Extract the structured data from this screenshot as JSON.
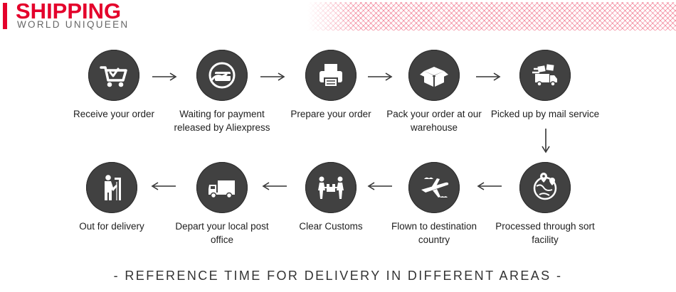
{
  "header": {
    "brand": "SHIPPING",
    "subtitle": "WORLD UNIQUEEN"
  },
  "steps": [
    {
      "label": "Receive your order",
      "icon": "shopping-cart-icon"
    },
    {
      "label": "Waiting for payment released by Aliexpress",
      "icon": "payment-card-icon"
    },
    {
      "label": "Prepare your order",
      "icon": "printer-icon"
    },
    {
      "label": "Pack your order at our warehouse",
      "icon": "package-box-icon"
    },
    {
      "label": "Picked up by mail service",
      "icon": "delivery-truck-icon"
    },
    {
      "label": "Processed through sort facility",
      "icon": "globe-location-icon"
    },
    {
      "label": "Flown to destination country",
      "icon": "airplane-icon"
    },
    {
      "label": "Clear Customs",
      "icon": "customs-officers-icon"
    },
    {
      "label": "Depart your local post office",
      "icon": "mail-truck-icon"
    },
    {
      "label": "Out for delivery",
      "icon": "courier-person-icon"
    }
  ],
  "footer": {
    "text": "- REFERENCE TIME FOR DELIVERY IN DIFFERENT AREAS -"
  },
  "colors": {
    "brand_red": "#e4002b",
    "circle_bg": "#414141"
  }
}
